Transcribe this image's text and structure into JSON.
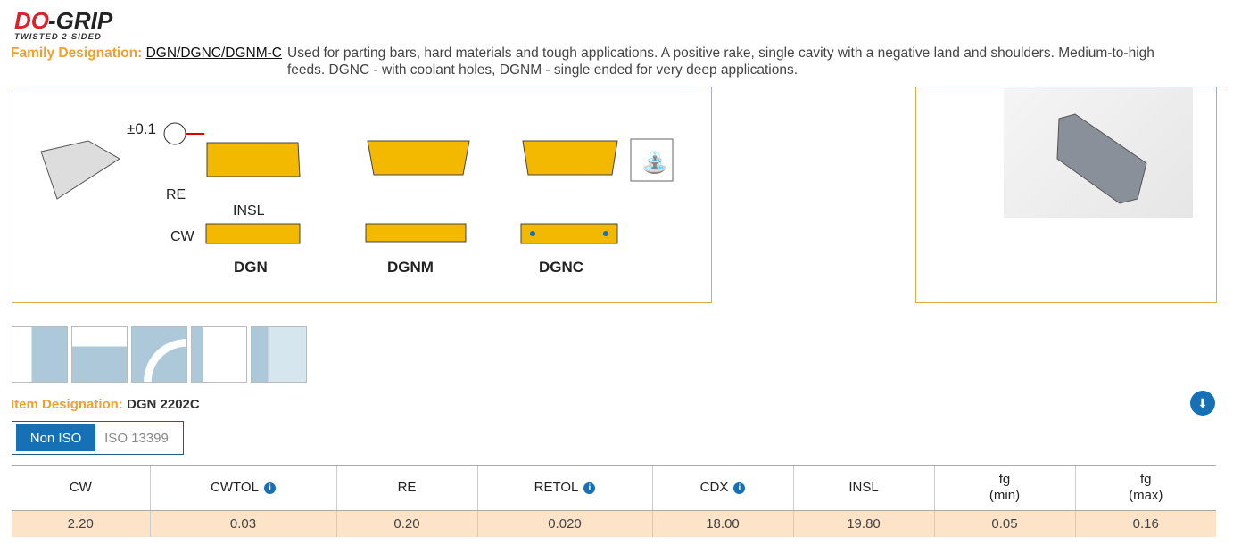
{
  "logo": {
    "brand": "DO-GRIP",
    "tagline": "TWISTED 2-SIDED"
  },
  "family": {
    "label": "Family Designation:",
    "link": "DGN/DGNC/DGNM-C",
    "description_line1": "Used for parting bars, hard materials and tough applications. A positive rake, single cavity with a negative land and shoulders. Medium-to-high",
    "description_line2": "feeds. DGNC - with coolant holes, DGNM - single ended for very deep applications."
  },
  "diagram": {
    "tolerance": "±0.1",
    "re": "RE",
    "insl": "INSL",
    "cw": "CW",
    "variants": [
      "DGN",
      "DGNM",
      "DGNC"
    ]
  },
  "item": {
    "label": "Item Designation:",
    "value": "DGN 2202C"
  },
  "toggle": {
    "options": [
      "Non ISO",
      "ISO 13399"
    ],
    "selected": "Non ISO"
  },
  "table": {
    "headers": [
      {
        "label": "CW"
      },
      {
        "label": "CWTOL",
        "info": true
      },
      {
        "label": "RE"
      },
      {
        "label": "RETOL",
        "info": true
      },
      {
        "label": "CDX",
        "info": true
      },
      {
        "label": "INSL"
      },
      {
        "label": "fg",
        "sub": "(min)"
      },
      {
        "label": "fg",
        "sub": "(max)"
      }
    ],
    "row": [
      "2.20",
      "0.03",
      "0.20",
      "0.020",
      "18.00",
      "19.80",
      "0.05",
      "0.16"
    ]
  },
  "colors": {
    "accent": "#f0a030",
    "primary": "#1670b5",
    "row_bg": "#fde3c8",
    "insert": "#f3b800"
  }
}
